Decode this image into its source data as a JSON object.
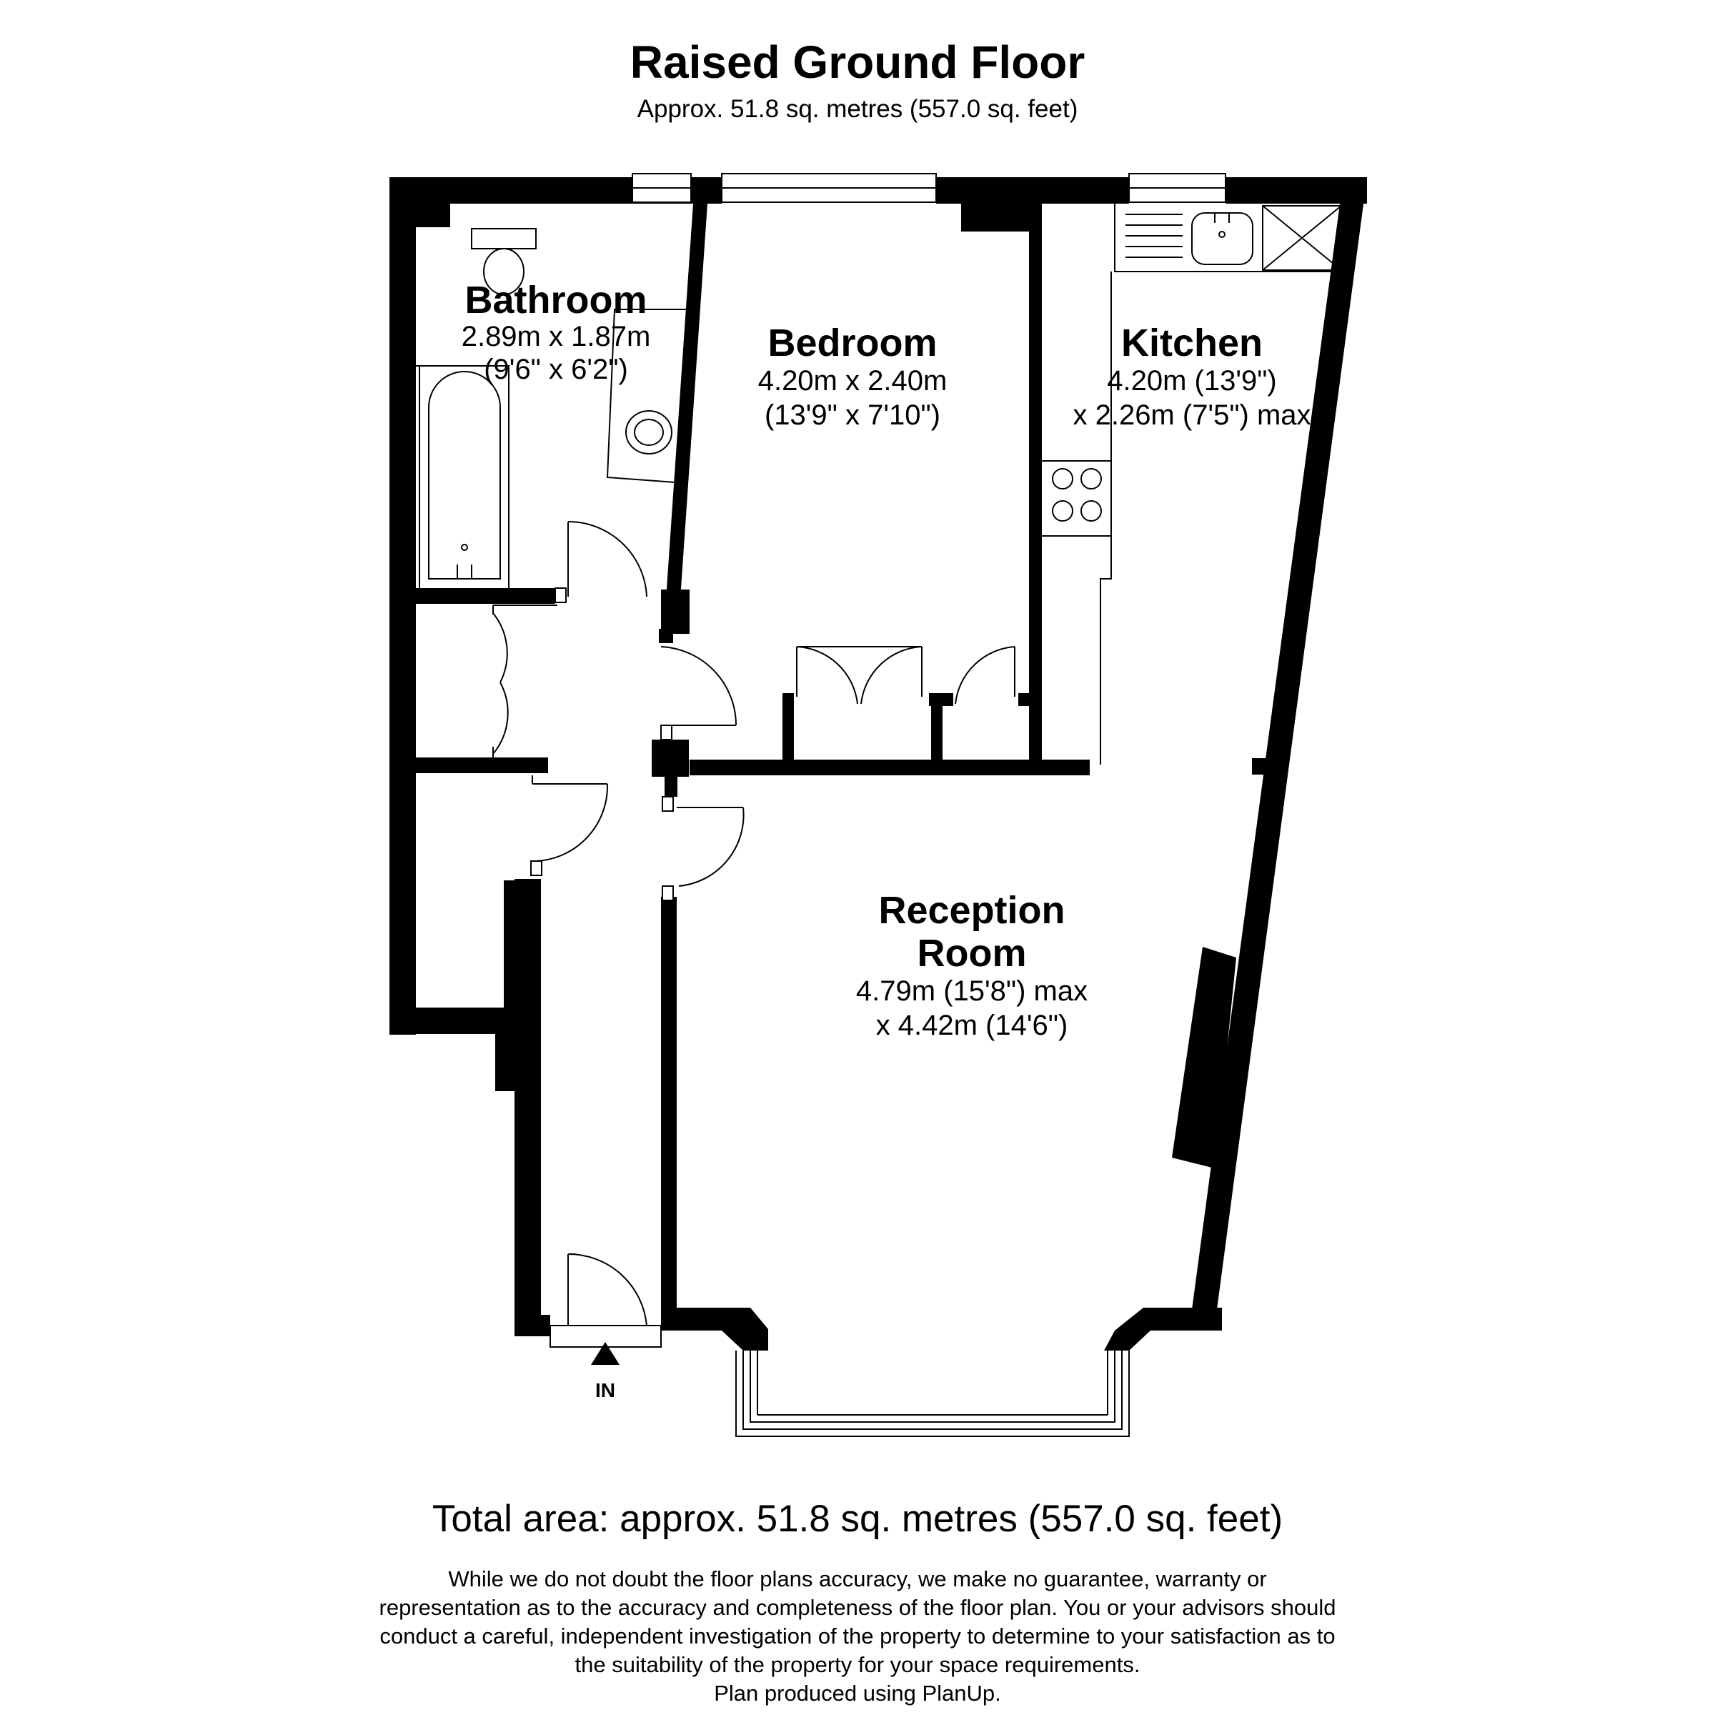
{
  "header": {
    "title": "Raised Ground Floor",
    "area": "Approx. 51.8 sq. metres (557.0 sq. feet)"
  },
  "rooms": {
    "bathroom": {
      "name": "Bathroom",
      "dim1": "2.89m x 1.87m",
      "dim2": "(9'6\" x 6'2\")"
    },
    "bedroom": {
      "name": "Bedroom",
      "dim1": "4.20m x 2.40m",
      "dim2": "(13'9\" x 7'10\")"
    },
    "kitchen": {
      "name": "Kitchen",
      "dim1": "4.20m (13'9\")",
      "dim2": "x 2.26m (7'5\") max"
    },
    "reception": {
      "name1": "Reception",
      "name2": "Room",
      "dim1": "4.79m (15'8\") max",
      "dim2": "x 4.42m (14'6\")"
    }
  },
  "entrance": {
    "label": "IN"
  },
  "footer": {
    "total_area": "Total area: approx. 51.8 sq. metres (557.0 sq. feet)",
    "disclaimer": [
      "While we do not doubt the floor plans accuracy, we make no guarantee, warranty or",
      "representation as to the accuracy and completeness of the floor plan. You or your advisors should",
      "conduct a careful, independent investigation of the property to determine to your satisfaction as to",
      "the suitability of the property for your space requirements.",
      "Plan produced using PlanUp."
    ]
  }
}
